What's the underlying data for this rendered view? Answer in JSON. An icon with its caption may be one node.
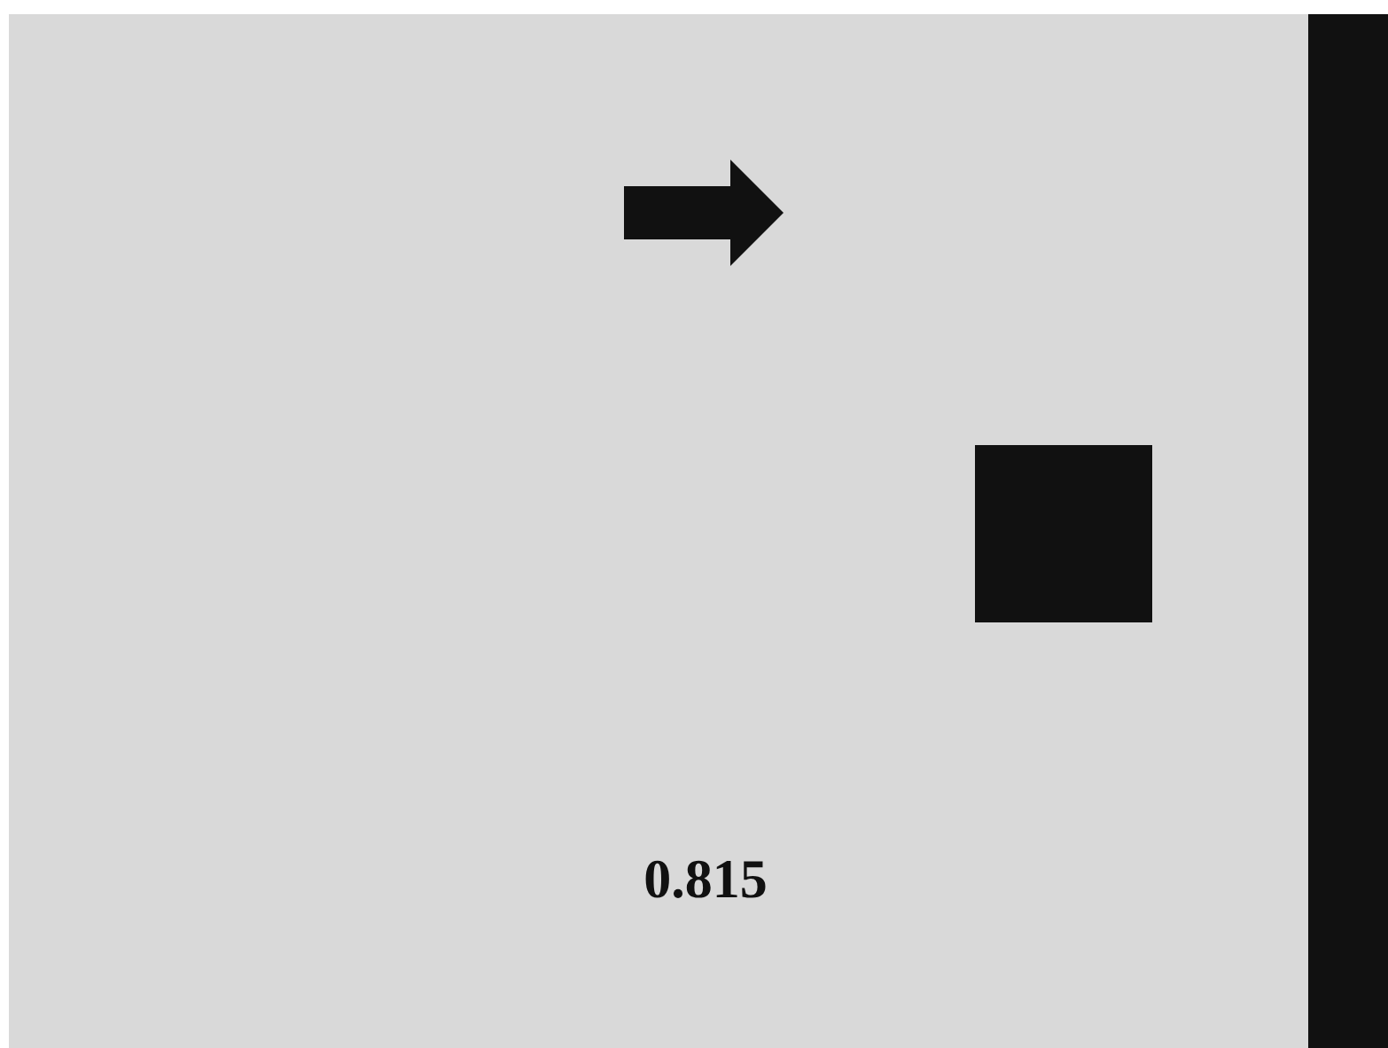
{
  "diagram": {
    "nodes": [
      {
        "text": [],
        "shape": "box"
      },
      {
        "text": [],
        "shape": "bar"
      }
    ],
    "labels": [
      "0.815"
    ]
  }
}
